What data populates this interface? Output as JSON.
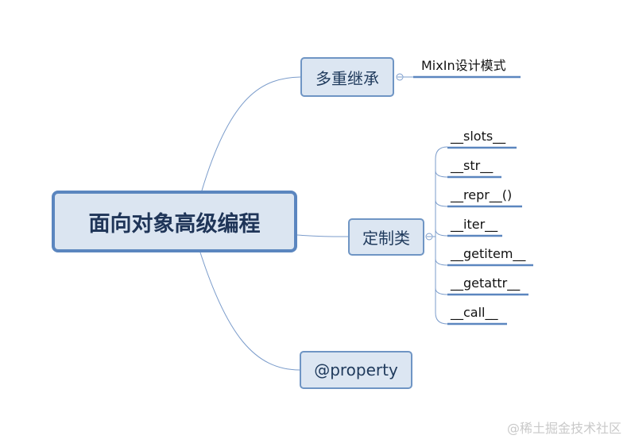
{
  "root": "面向对象高级编程",
  "branches": {
    "multi": "多重继承",
    "custom": "定制类",
    "property": "@property"
  },
  "multi_children": [
    "MixIn设计模式"
  ],
  "custom_children": [
    "__slots__",
    "__str__",
    "__repr__()",
    "__iter__",
    "__getitem__",
    "__getattr__",
    "__call__"
  ],
  "watermark": "@稀土掘金技术社区",
  "colors": {
    "line": "#6f95c4",
    "node_fill": "#dce6f2",
    "node_border": "#6f95c4",
    "underline": "#5b86bf"
  }
}
